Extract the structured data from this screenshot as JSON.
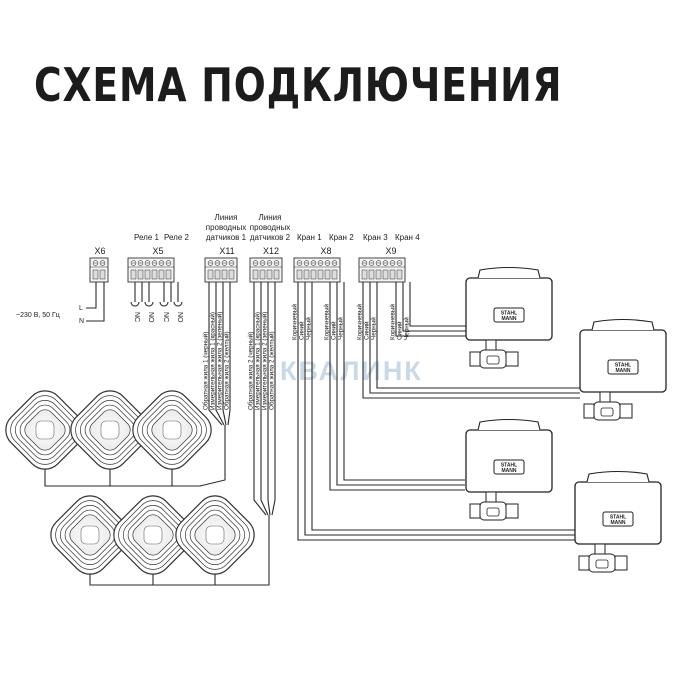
{
  "title": "СХЕМА ПОДКЛЮЧЕНИЯ",
  "watermark": "КВАЛИНК",
  "brand": [
    "STAHL",
    "MANN"
  ],
  "terminal_blocks": [
    {
      "name": "X6",
      "pins": 2
    },
    {
      "name": "X5",
      "pins": 6
    },
    {
      "name": "X11",
      "pins": 4
    },
    {
      "name": "X12",
      "pins": 4
    },
    {
      "name": "X8",
      "pins": 6
    },
    {
      "name": "X9",
      "pins": 6
    }
  ],
  "group_labels": {
    "relay1": "Реле 1",
    "relay2": "Реле 2",
    "line1": [
      "Линия",
      "проводных",
      "датчиков 1"
    ],
    "line2": [
      "Линия",
      "проводных",
      "датчиков 2"
    ],
    "valve1": "Кран 1",
    "valve2": "Кран 2",
    "valve3": "Кран 3",
    "valve4": "Кран 4"
  },
  "power": {
    "supply": "~230 В, 50 Гц",
    "L": "L",
    "N": "N"
  },
  "relay_contacts": [
    "NC",
    "NO",
    "NC",
    "NO"
  ],
  "x11_wires": [
    "Обратная жила 1 (черный)",
    "Измерительная жила 1 (красный)",
    "Измерительная жила 2 (зеленый)",
    "Обратная жила 2 (желтый)"
  ],
  "x12_wires": [
    "Обратная жила 2 (черный)",
    "Измерительная жила 1 (красный)",
    "Измерительная жила 2 (зеленый)",
    "Обратная жила 2 (желтый)"
  ],
  "x8_wires": [
    "Коричневый",
    "Синий",
    "Черный",
    "Коричневый",
    "Синий",
    "Черный"
  ],
  "x9_wires": [
    "Коричневый",
    "Синий",
    "Черный",
    "Коричневый",
    "Синий",
    "Черный"
  ],
  "colors": {
    "line": "#2a2a2a",
    "watermark": "#b8cde0",
    "background": "#ffffff"
  },
  "sensors": {
    "line1_count": 3,
    "line2_count": 3
  },
  "valves": {
    "count": 4
  }
}
